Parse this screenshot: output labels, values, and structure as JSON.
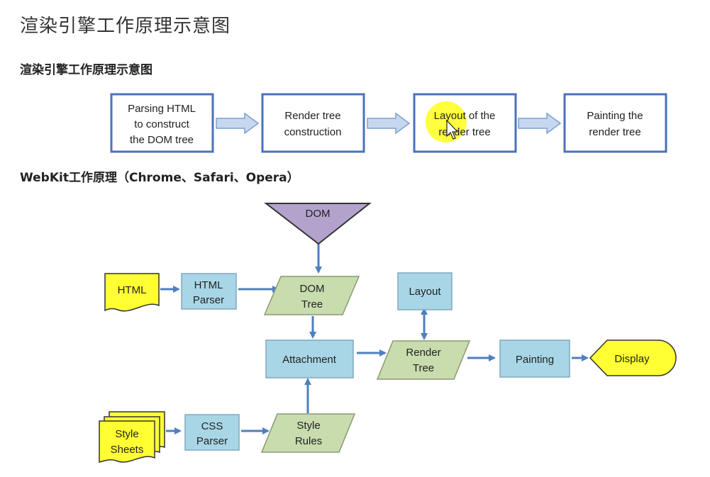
{
  "page_title": "渲染引擎工作原理示意图",
  "section1": {
    "title": "渲染引擎工作原理示意图",
    "steps": [
      {
        "lines": [
          "Parsing HTML",
          "to construct",
          "the DOM tree"
        ]
      },
      {
        "lines": [
          "Render tree",
          "construction"
        ]
      },
      {
        "lines": [
          "Layout of the",
          "render tree"
        ]
      },
      {
        "lines": [
          "Painting the",
          "render tree"
        ]
      }
    ]
  },
  "section2": {
    "title": "WebKit工作原理（Chrome、Safari、Opera）",
    "nodes": {
      "dom": "DOM",
      "html": "HTML",
      "html_parser": [
        "HTML",
        "Parser"
      ],
      "dom_tree": [
        "DOM",
        "Tree"
      ],
      "layout": "Layout",
      "attachment": "Attachment",
      "render_tree": [
        "Render",
        "Tree"
      ],
      "painting": "Painting",
      "display": "Display",
      "style_sheets": [
        "Style",
        "Sheets"
      ],
      "css_parser": [
        "CSS",
        "Parser"
      ],
      "style_rules": [
        "Style",
        "Rules"
      ]
    }
  },
  "colors": {
    "box_border": "#4a72b8",
    "arrow_fill": "#c6d7f0",
    "node_fill": "#a9d6e6",
    "node_border": "#7fa8be",
    "rule_fill": "#c8dcae",
    "yellow": "#ffff33",
    "dom_fill": "#b3a3cc",
    "connector": "#4f7fbf"
  }
}
